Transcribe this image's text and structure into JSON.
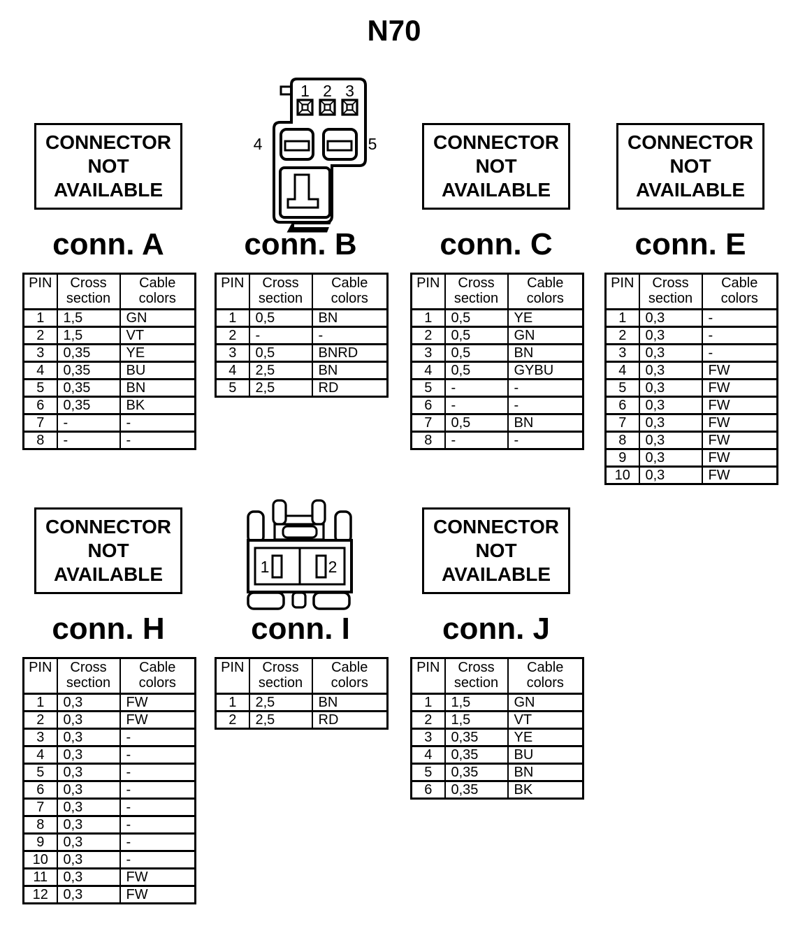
{
  "title": "N70",
  "na_box": {
    "lines": [
      "CONNECTOR",
      "NOT",
      "AVAILABLE"
    ]
  },
  "table_header": {
    "pin": "PIN",
    "cross_line1": "Cross",
    "cross_line2": "section",
    "cable_line1": "Cable",
    "cable_line2": "colors"
  },
  "connectors": [
    {
      "id": "A",
      "label": "conn. A",
      "display": "not-available",
      "rows": [
        [
          "1",
          "1,5",
          "GN"
        ],
        [
          "2",
          "1,5",
          "VT"
        ],
        [
          "3",
          "0,35",
          "YE"
        ],
        [
          "4",
          "0,35",
          "BU"
        ],
        [
          "5",
          "0,35",
          "BN"
        ],
        [
          "6",
          "0,35",
          "BK"
        ],
        [
          "7",
          "-",
          "-"
        ],
        [
          "8",
          "-",
          "-"
        ]
      ]
    },
    {
      "id": "B",
      "label": "conn. B",
      "display": "drawing",
      "rows": [
        [
          "1",
          "0,5",
          "BN"
        ],
        [
          "2",
          "-",
          "-"
        ],
        [
          "3",
          "0,5",
          "BNRD"
        ],
        [
          "4",
          "2,5",
          "BN"
        ],
        [
          "5",
          "2,5",
          "RD"
        ]
      ]
    },
    {
      "id": "C",
      "label": "conn. C",
      "display": "not-available",
      "rows": [
        [
          "1",
          "0,5",
          "YE"
        ],
        [
          "2",
          "0,5",
          "GN"
        ],
        [
          "3",
          "0,5",
          "BN"
        ],
        [
          "4",
          "0,5",
          "GYBU"
        ],
        [
          "5",
          "-",
          "-"
        ],
        [
          "6",
          "-",
          "-"
        ],
        [
          "7",
          "0,5",
          "BN"
        ],
        [
          "8",
          "-",
          "-"
        ]
      ]
    },
    {
      "id": "E",
      "label": "conn. E",
      "display": "not-available",
      "rows": [
        [
          "1",
          "0,3",
          "-"
        ],
        [
          "2",
          "0,3",
          "-"
        ],
        [
          "3",
          "0,3",
          "-"
        ],
        [
          "4",
          "0,3",
          "FW"
        ],
        [
          "5",
          "0,3",
          "FW"
        ],
        [
          "6",
          "0,3",
          "FW"
        ],
        [
          "7",
          "0,3",
          "FW"
        ],
        [
          "8",
          "0,3",
          "FW"
        ],
        [
          "9",
          "0,3",
          "FW"
        ],
        [
          "10",
          "0,3",
          "FW"
        ]
      ]
    },
    {
      "id": "H",
      "label": "conn. H",
      "display": "not-available",
      "rows": [
        [
          "1",
          "0,3",
          "FW"
        ],
        [
          "2",
          "0,3",
          "FW"
        ],
        [
          "3",
          "0,3",
          "-"
        ],
        [
          "4",
          "0,3",
          "-"
        ],
        [
          "5",
          "0,3",
          "-"
        ],
        [
          "6",
          "0,3",
          "-"
        ],
        [
          "7",
          "0,3",
          "-"
        ],
        [
          "8",
          "0,3",
          "-"
        ],
        [
          "9",
          "0,3",
          "-"
        ],
        [
          "10",
          "0,3",
          "-"
        ],
        [
          "11",
          "0,3",
          "FW"
        ],
        [
          "12",
          "0,3",
          "FW"
        ]
      ]
    },
    {
      "id": "I",
      "label": "conn. I",
      "display": "drawing",
      "rows": [
        [
          "1",
          "2,5",
          "BN"
        ],
        [
          "2",
          "2,5",
          "RD"
        ]
      ]
    },
    {
      "id": "J",
      "label": "conn. J",
      "display": "not-available",
      "rows": [
        [
          "1",
          "1,5",
          "GN"
        ],
        [
          "2",
          "1,5",
          "VT"
        ],
        [
          "3",
          "0,35",
          "YE"
        ],
        [
          "4",
          "0,35",
          "BU"
        ],
        [
          "5",
          "0,35",
          "BN"
        ],
        [
          "6",
          "0,35",
          "BK"
        ]
      ]
    }
  ],
  "drawing_b": {
    "pin_labels": [
      "1",
      "2",
      "3",
      "4",
      "5"
    ]
  },
  "drawing_i": {
    "pin_labels": [
      "1",
      "2"
    ]
  },
  "colors": {
    "ink": "#000000",
    "paper": "#ffffff"
  }
}
